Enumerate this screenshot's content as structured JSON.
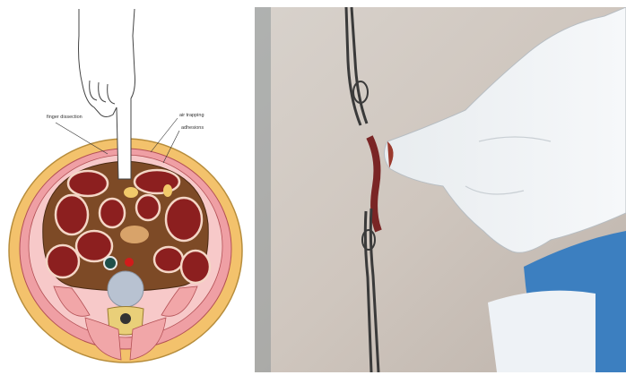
{
  "diagram": {
    "labels": {
      "finger_dissection": "finger dissection",
      "air_trapping": "air trapping",
      "adhesions": "adhesions"
    }
  },
  "colors": {
    "bowel": "#8c1f1f",
    "fat": "#f3c26c",
    "skin": "#f1d59a",
    "muscle": "#e9a0a0",
    "glove": "#eef2f6",
    "drape": "#3c7fc0"
  }
}
